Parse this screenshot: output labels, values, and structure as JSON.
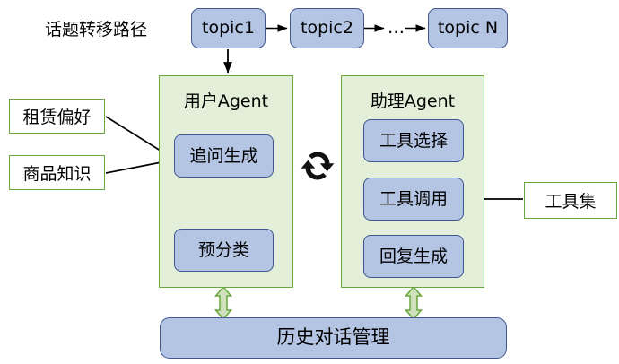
{
  "diagram": {
    "title_label": "话题转移路径",
    "topic_flow": {
      "nodes": [
        {
          "id": "topic1",
          "label": "topic1"
        },
        {
          "id": "topic2",
          "label": "topic2"
        },
        {
          "id": "ellipsis",
          "label": "…"
        },
        {
          "id": "topicN",
          "label": "topic N"
        }
      ]
    },
    "knowledge_sources": [
      {
        "id": "rental-preference",
        "label": "租赁偏好"
      },
      {
        "id": "product-knowledge",
        "label": "商品知识"
      }
    ],
    "tool_source": {
      "id": "tool-set",
      "label": "工具集"
    },
    "user_agent": {
      "label": "用户Agent",
      "modules": [
        {
          "id": "followup-generation",
          "label": "追问生成"
        },
        {
          "id": "pre-classification",
          "label": "预分类"
        }
      ]
    },
    "assistant_agent": {
      "label": "助理Agent",
      "modules": [
        {
          "id": "tool-selection",
          "label": "工具选择"
        },
        {
          "id": "tool-invocation",
          "label": "工具调用"
        },
        {
          "id": "reply-generation",
          "label": "回复生成"
        }
      ]
    },
    "history_manager": {
      "id": "history-dialog-management",
      "label": "历史对话管理"
    },
    "icons": {
      "sync_icon": "sync-exchange-icon",
      "up_down_arrow": "bidirectional-arrow-icon"
    },
    "colors": {
      "node_fill": "#b4c5e4",
      "node_stroke": "#41578f",
      "agent_fill": "#e3efd8",
      "agent_stroke": "#6aa63f",
      "arrow_green_fill": "#cfe0bd",
      "arrow_green_stroke": "#6aa63f",
      "connector": "#000000",
      "background": "#ffffff"
    }
  }
}
